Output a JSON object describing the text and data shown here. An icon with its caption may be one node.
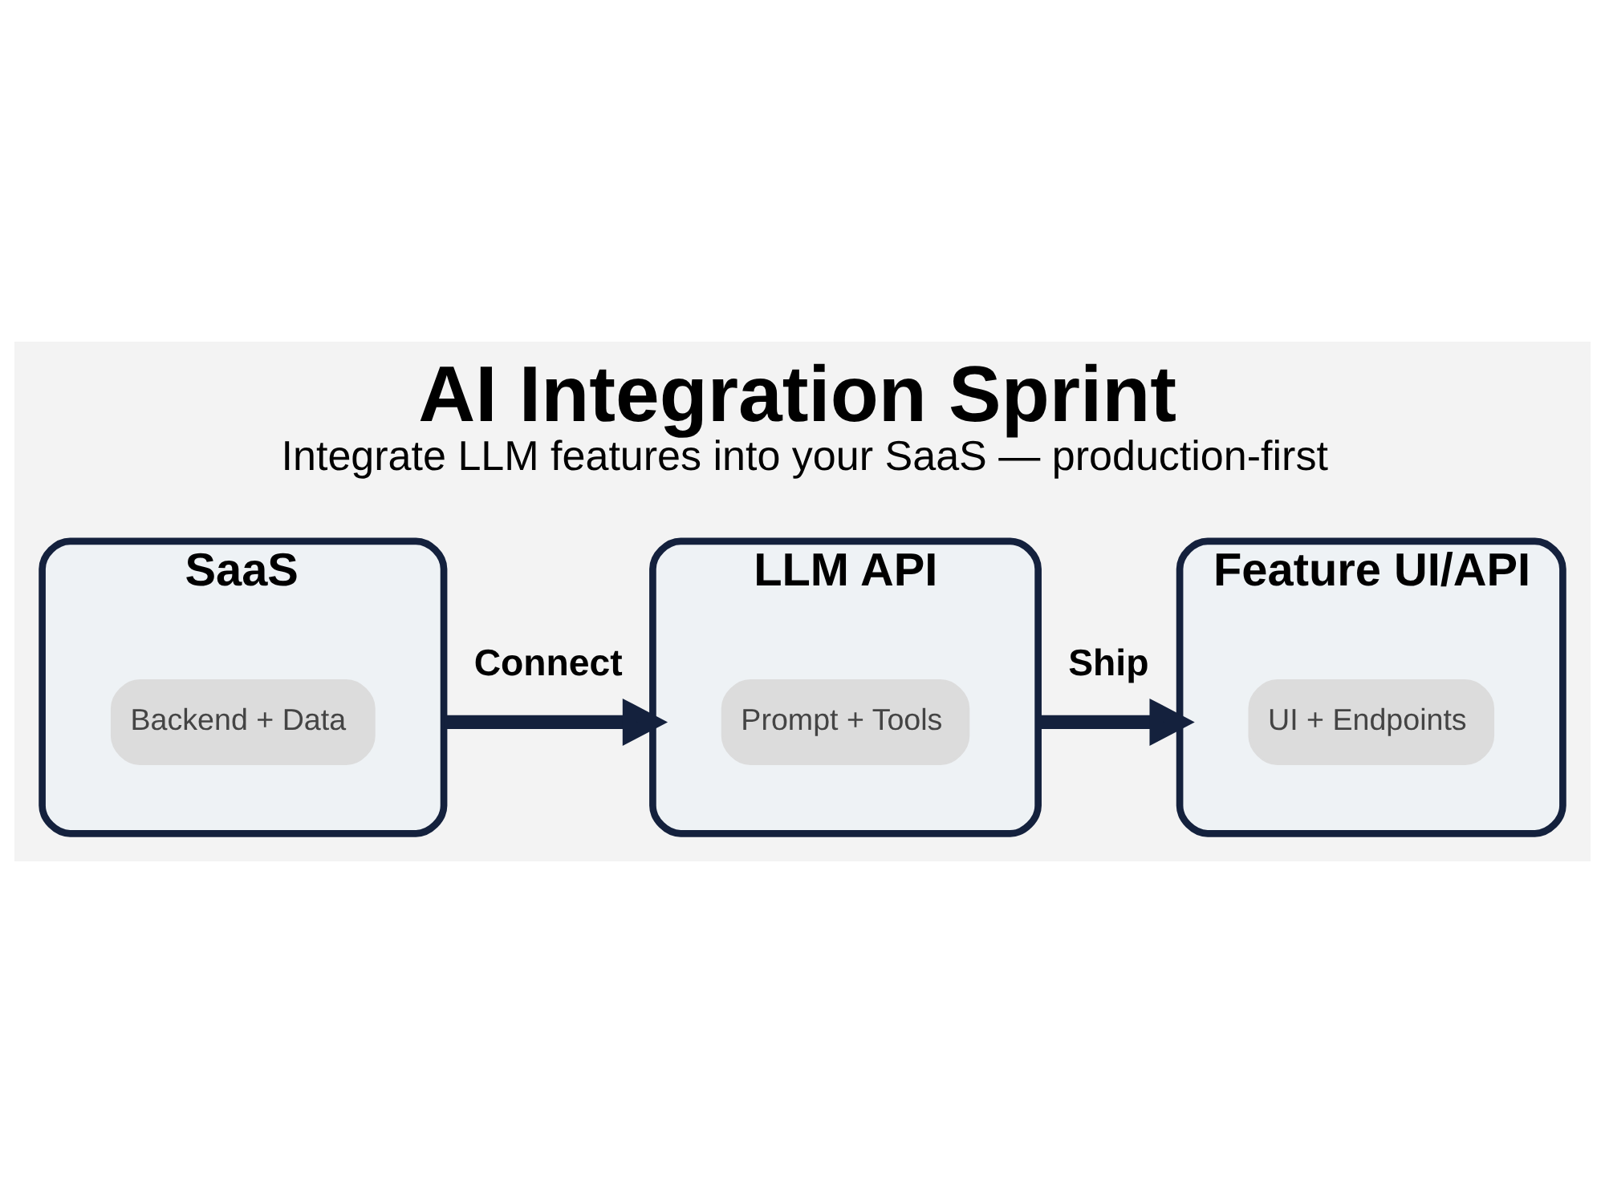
{
  "diagram": {
    "title": "AI Integration Sprint",
    "caption": "Integrate LLM features into your SaaS — production-first",
    "nodes": [
      {
        "text": [
          "SaaS"
        ]
      },
      {
        "text": [
          "Backend + Data"
        ],
        "in": 0
      },
      {
        "text": [
          "LLM API"
        ]
      },
      {
        "text": [
          "Prompt + Tools"
        ],
        "in": 2
      },
      {
        "text": [
          "Feature UI/API"
        ]
      },
      {
        "text": [
          "UI + Endpoints"
        ],
        "in": 4
      }
    ],
    "edges": [
      {
        "from": 0,
        "to": 2,
        "label": "Connect",
        "arrow": "to"
      },
      {
        "from": 2,
        "to": 4,
        "label": "Ship",
        "arrow": "to"
      }
    ]
  }
}
